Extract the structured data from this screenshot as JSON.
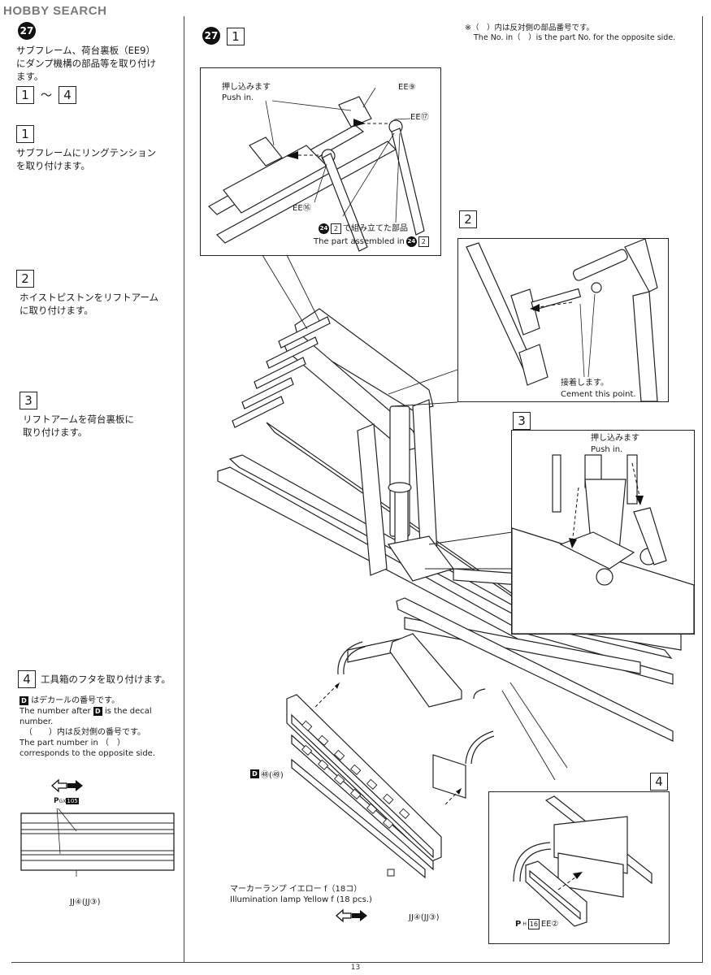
{
  "header": {
    "logo": "HOBBY SEARCH"
  },
  "page": {
    "number": "13"
  },
  "left": {
    "step_no": "27",
    "intro": [
      "サブフレーム、荷台裏板（EE9）",
      "にダンプ機構の部品等を取り付け",
      "ます。"
    ],
    "range": {
      "from": "1",
      "sep": "〜",
      "to": "4"
    },
    "steps": [
      {
        "no": "1",
        "lines": [
          "サブフレームにリングテンション",
          "を取り付けます。"
        ]
      },
      {
        "no": "2",
        "lines": [
          "ホイストピストンをリフトアーム",
          "に取り付けます。"
        ]
      },
      {
        "no": "3",
        "lines": [
          "リフトアームを荷台裏板に",
          "取り付けます。"
        ]
      },
      {
        "no": "4",
        "lines": [
          "工具箱のフタを取り付けます。"
        ]
      }
    ],
    "decal_note": {
      "d": "D",
      "jp1": "はデカールの番号です。",
      "en1a": "The number after",
      "en1b": "is the decal",
      "en1c": "number.",
      "jp2": "（　　）内は反対側の番号です。",
      "en2a": "The part number in （　）",
      "en2b": "corresponds to the opposite side."
    },
    "panel_tag": {
      "p": "P",
      "gx": "GX",
      "num": "105"
    },
    "panel_label": "JJ④(JJ③)"
  },
  "main": {
    "step_no": "27",
    "step_sub": "1",
    "note_jp": "※（　）内は反対側の部品番号です。",
    "note_en": "The No. in（　）is the part No. for the opposite side.",
    "detail1": {
      "push_jp": "押し込みます",
      "push_en": "Push in.",
      "ee9": "EE⑨",
      "ee17": "EE⑰",
      "ee16": "EE⑯",
      "assembled_jp": "で組み立てた部品",
      "assembled_en": "The part assembled in",
      "ref_step": "24",
      "ref_sub": "2"
    },
    "detail2": {
      "tag": "2",
      "cement_jp": "接着します。",
      "cement_en": "Cement this point."
    },
    "detail3": {
      "tag": "3",
      "push_jp": "押し込みます",
      "push_en": "Push in."
    },
    "detail4": {
      "tag": "4",
      "ph": "P",
      "ph_sub": "H",
      "ph_num": "16",
      "ee2": "EE②"
    },
    "decal_label": {
      "d": "D",
      "text": "㊽(㊾)"
    },
    "lamp_jp": "マーカーランプ イエロー f（18コ）",
    "lamp_en": "Illumination lamp Yellow f (18 pcs.)",
    "jj_label": "JJ④(JJ③)"
  }
}
